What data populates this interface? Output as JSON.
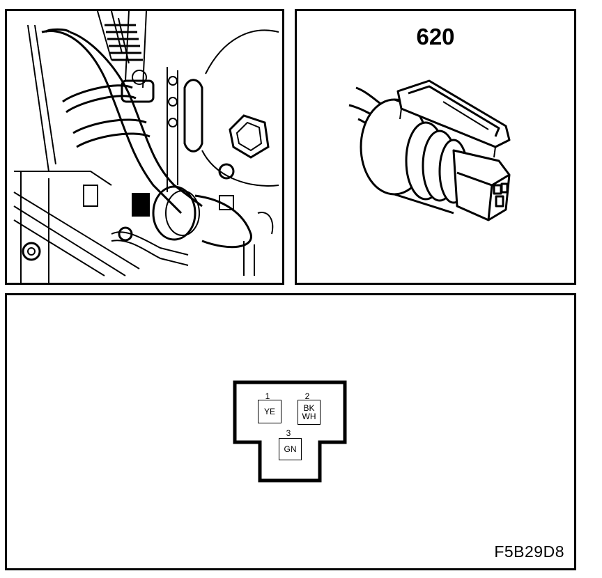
{
  "connector": {
    "part_number": "620"
  },
  "pinout": {
    "pins": [
      {
        "number": "1",
        "color": "YE"
      },
      {
        "number": "2",
        "color": "BK\nWH"
      },
      {
        "number": "3",
        "color": "GN"
      }
    ]
  },
  "figure": {
    "code": "F5B29D8"
  }
}
